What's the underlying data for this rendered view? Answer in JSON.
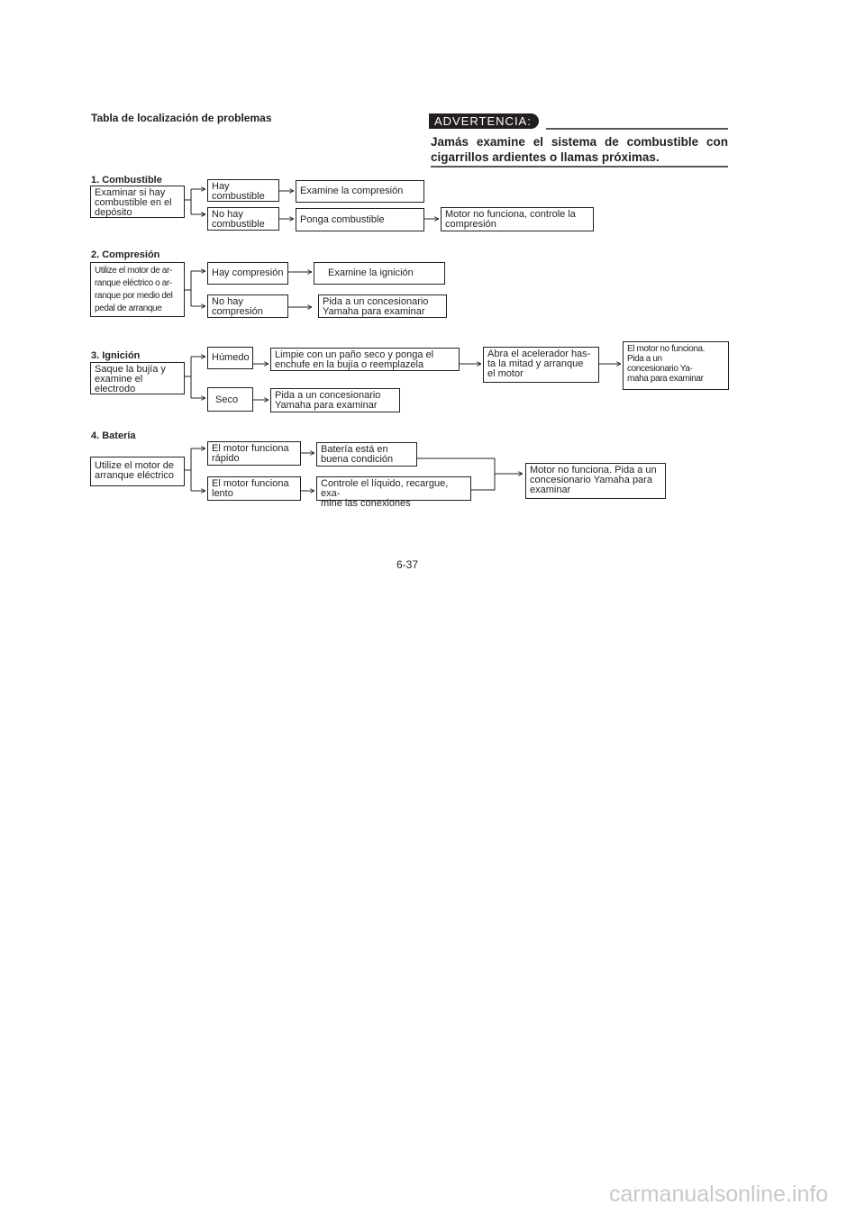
{
  "page_title": "Tabla de localización de problemas",
  "warning": {
    "label": "ADVERTENCIA:",
    "text": "Jamás examine el sistema de combustible con cigarrillos ardientes o llamas próximas."
  },
  "sections": {
    "s1": {
      "title": "1. Combustible",
      "start": "Examinar si hay\ncombustible en el\ndepósito",
      "b1": "Hay\ncombustible",
      "b1_next": "Examine la compresión",
      "b2": "No hay\ncombustible",
      "b2_next": "Ponga combustible",
      "b2_final": "Motor no funciona, controle la\ncompresión"
    },
    "s2": {
      "title": "2. Compresión",
      "start": "Utilize el motor de ar-\nranque eléctrico o ar-\nranque por medio del\npedal de arranque",
      "b1": "Hay compresión",
      "b1_next": "Examine la ignición",
      "b2": "No hay\ncompresión",
      "b2_next": "Pida a un concesionario\nYamaha para examinar"
    },
    "s3": {
      "title": "3. Ignición",
      "start": "Saque la bujía y\nexamine el\nelectrodo",
      "b1": "Húmedo",
      "b1_next": "Limpie con un paño seco y ponga el\nenchufe en la bujía o reemplazela",
      "b1_third": "Abra el acelerador has-\nta la mitad y arranque\nel motor",
      "b1_final": "El motor no funciona.\nPida a un\nconcesionario Ya-\nmaha para examinar",
      "b2": "Seco",
      "b2_next": "Pida a un concesionario\nYamaha para examinar"
    },
    "s4": {
      "title": "4. Batería",
      "start": "Utilize el motor de\narranque eléctrico",
      "b1": "El motor funciona\nrápido",
      "b1_next": "Batería está en\nbuena condición",
      "b2": "El motor funciona\nlento",
      "b2_next": "Controle el líquido, recargue, exa-\nmine las conexiones",
      "final": "Motor no funciona. Pida a un\nconcesionario Yamaha para\nexaminar"
    }
  },
  "page_number": "6-37",
  "watermark": "carmanualsonline.info"
}
